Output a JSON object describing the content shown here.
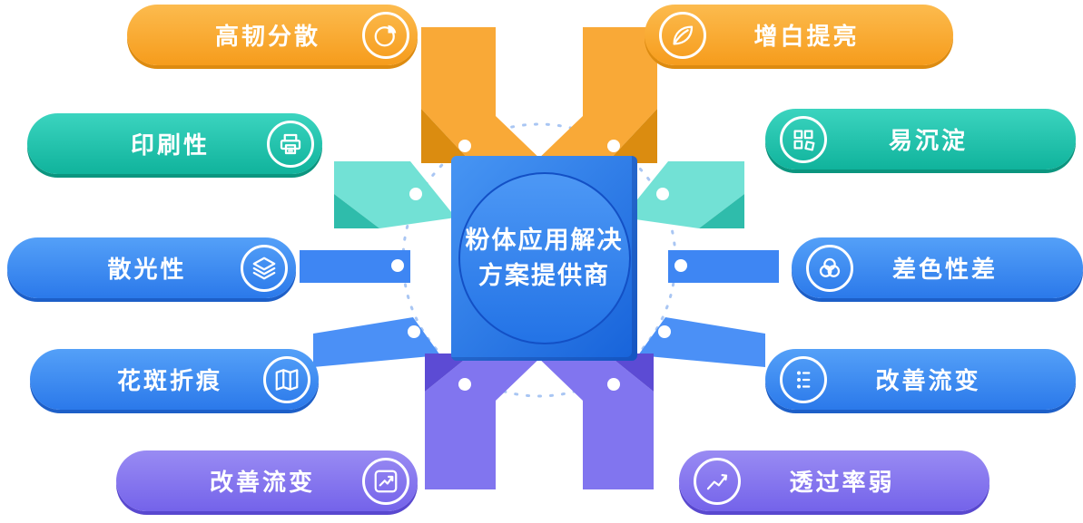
{
  "center": {
    "line1": "粉体应用解决",
    "line2": "方案提供商"
  },
  "pills": {
    "left": [
      {
        "label": "高韧分散",
        "icon": "pie-chart-icon",
        "color": "#F79C1C"
      },
      {
        "label": "印刷性",
        "icon": "printer-icon",
        "color": "#10B39C"
      },
      {
        "label": "散光性",
        "icon": "layers-icon",
        "color": "#2B79EA"
      },
      {
        "label": "花斑折痕",
        "icon": "map-icon",
        "color": "#2B79EA"
      },
      {
        "label": "改善流变",
        "icon": "trend-arrow-icon",
        "color": "#7463EA"
      }
    ],
    "right": [
      {
        "label": "增白提亮",
        "icon": "leaf-icon",
        "color": "#F79C1C"
      },
      {
        "label": "易沉淀",
        "icon": "puzzle-blocks-icon",
        "color": "#10B39C"
      },
      {
        "label": "差色性差",
        "icon": "overlap-circles-icon",
        "color": "#2B79EA"
      },
      {
        "label": "改善流变",
        "icon": "slider-list-icon",
        "color": "#2B79EA"
      },
      {
        "label": "透过率弱",
        "icon": "line-chart-icon",
        "color": "#7463EA"
      }
    ]
  },
  "colors": {
    "orange": "#F69C1C",
    "teal": "#10B39C",
    "blue": "#2B79EA",
    "purple": "#7463EA",
    "center_blue": "#1763DA",
    "ribbon_orange": "#F9A937",
    "ribbon_teal": "#72E1D5",
    "ribbon_blue": "#3E86F3",
    "ribbon_purple": "#8175EF",
    "dashed_ring": "#A9C6F3"
  }
}
